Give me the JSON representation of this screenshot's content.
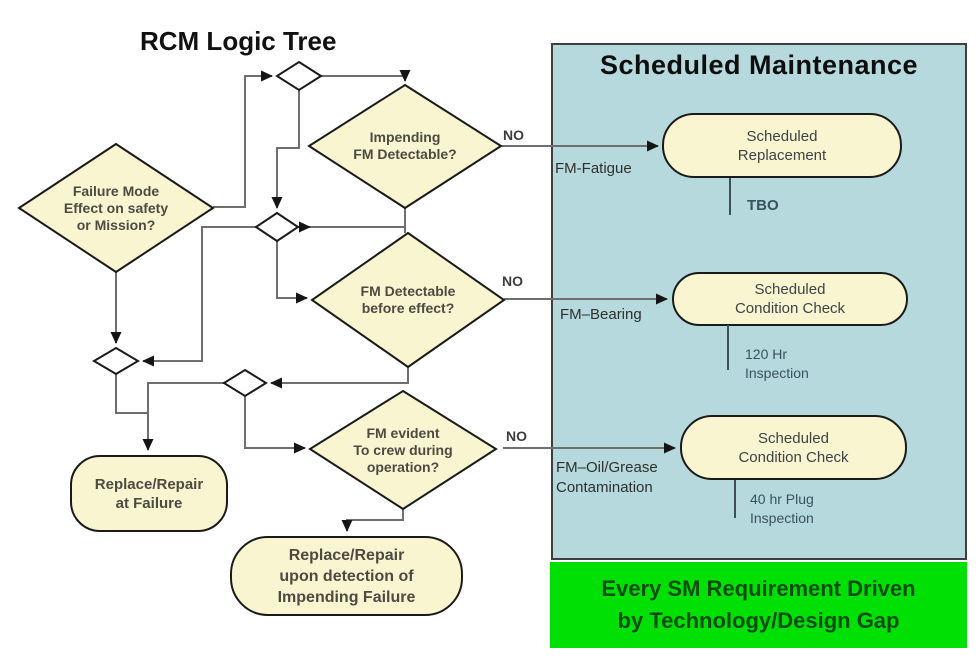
{
  "title": "RCM Logic Tree",
  "panel": {
    "title": "Scheduled Maintenance",
    "footer_line1": "Every SM Requirement Driven",
    "footer_line2": "by Technology/Design Gap"
  },
  "decisions": {
    "failure_mode": "Failure Mode\nEffect on safety\nor Mission?",
    "impending": "Impending\nFM Detectable?",
    "detectable": "FM Detectable\nbefore effect?",
    "evident": "FM evident\nTo crew during\noperation?"
  },
  "outcomes": {
    "scheduled_replacement": "Scheduled\nReplacement",
    "condition_check_120": "Scheduled\nCondition Check",
    "condition_check_40": "Scheduled\nCondition Check",
    "replace_at_failure": "Replace/Repair\nat Failure",
    "replace_on_detection": "Replace/Repair\nupon detection of\nImpending Failure"
  },
  "edge_labels": {
    "no_impending": "NO",
    "no_detectable": "NO",
    "no_evident": "NO",
    "fm_fatigue": "FM-Fatigue",
    "fm_bearing": "FM–Bearing",
    "fm_oil": "FM–Oil/Grease\nContamination"
  },
  "notes": {
    "tbo": "TBO",
    "inspection_120": "120 Hr\nInspection",
    "inspection_40": "40 hr Plug\nInspection"
  },
  "colors": {
    "panel_bg": "#b5d9dc",
    "node_fill": "#f9f5d0",
    "footer_bg": "#00e005",
    "line": "#6f6f6f"
  }
}
